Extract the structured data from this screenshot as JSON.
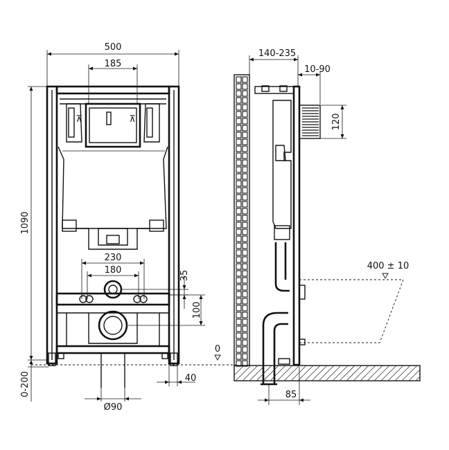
{
  "dimensions": {
    "width_total": "500",
    "cistern_width": "185",
    "height_total": "1090",
    "adjust_bottom": "0-200",
    "bolt_spacing_outer": "230",
    "bolt_spacing_inner": "180",
    "offset_35": "35",
    "offset_100": "100",
    "floor_level": "0",
    "foot_40": "40",
    "drain_diameter": "Ø90",
    "wall_depth": "140-235",
    "panel_depth": "10-90",
    "flush_height": "120",
    "bowl_projection": "400 ± 10",
    "floor_offset": "85"
  },
  "colors": {
    "line": "#111111",
    "hatch": "#333333",
    "background": "#ffffff"
  }
}
